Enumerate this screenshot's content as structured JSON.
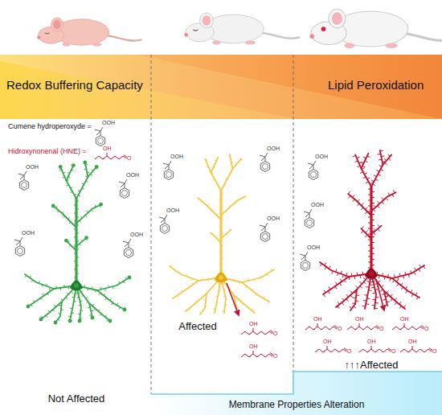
{
  "diagram": {
    "nodes": [
      {
        "text": [
          "Not Affected"
        ]
      },
      {
        "text": [
          "Affected"
        ]
      },
      {
        "text": [
          "↑↑↑Affected"
        ]
      },
      {
        "text": [
          "Membrane Properties Alteration"
        ]
      }
    ],
    "labels": [
      "Redox Buffering Capacity",
      "Lipid Peroxidation",
      "Cumene hydroperoxyde =",
      "Hidroxynonenal (HNE) =",
      "OOH",
      "OOH",
      "OOH",
      "OOH",
      "OOH",
      "OOH",
      "OOH",
      "OOH",
      "OOH",
      "OOH",
      "OOH",
      "OOH",
      "OH",
      "O",
      "OH",
      "O",
      "OH",
      "O",
      "OH",
      "O",
      "OH",
      "O",
      "OH",
      "O",
      "OH",
      "O",
      "OH",
      "O",
      "OH",
      "O"
    ]
  }
}
